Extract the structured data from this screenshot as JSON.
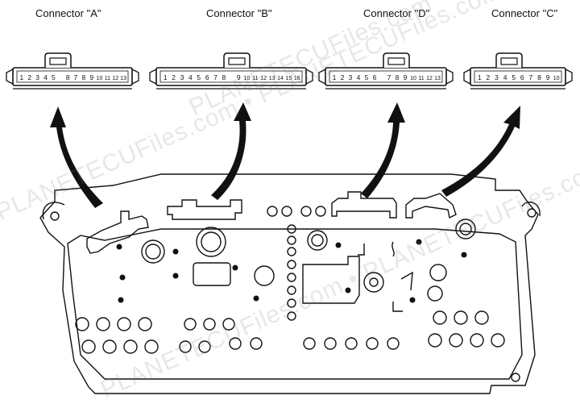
{
  "connectors": [
    {
      "id": "a",
      "label": "Connector \"A\"",
      "pins": [
        "1",
        "2",
        "3",
        "4",
        "5",
        "8",
        "7",
        "8",
        "9",
        "10",
        "11",
        "12",
        "13"
      ]
    },
    {
      "id": "b",
      "label": "Connector \"B\"",
      "pins": [
        "1",
        "2",
        "3",
        "4",
        "5",
        "6",
        "7",
        "8",
        "9",
        "10",
        "11",
        "12",
        "13",
        "14",
        "15",
        "16"
      ]
    },
    {
      "id": "d",
      "label": "Connector \"D\"",
      "pins": [
        "1",
        "2",
        "3",
        "4",
        "5",
        "6",
        "7",
        "8",
        "9",
        "10",
        "11",
        "12",
        "13"
      ]
    },
    {
      "id": "c",
      "label": "Connector \"C\"",
      "pins": [
        "1",
        "2",
        "3",
        "4",
        "5",
        "6",
        "7",
        "8",
        "9",
        "10"
      ]
    }
  ],
  "watermark": "PLANETECUFiles.com • PLANETECUFiles.com •",
  "colors": {
    "line": "#111111",
    "background": "#ffffff",
    "watermark": "#9a9a9a"
  }
}
